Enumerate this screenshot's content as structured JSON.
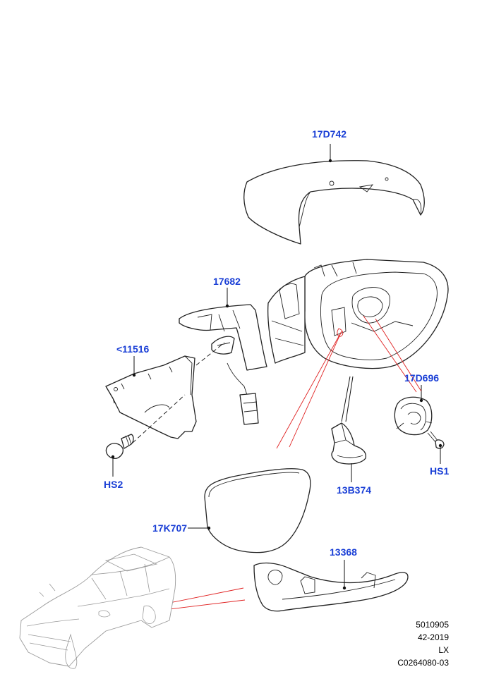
{
  "callouts": {
    "cap": "17D742",
    "housing": "17682",
    "bracket": "<11516",
    "motor": "17D696",
    "screw_hs1": "HS1",
    "bolt_hs2": "HS2",
    "lamp": "13B374",
    "glass": "17K707",
    "indicator": "13368"
  },
  "reference": {
    "line1": "5010905",
    "line2": "42-2019",
    "line3": "LX",
    "line4": "C0264080-03"
  }
}
